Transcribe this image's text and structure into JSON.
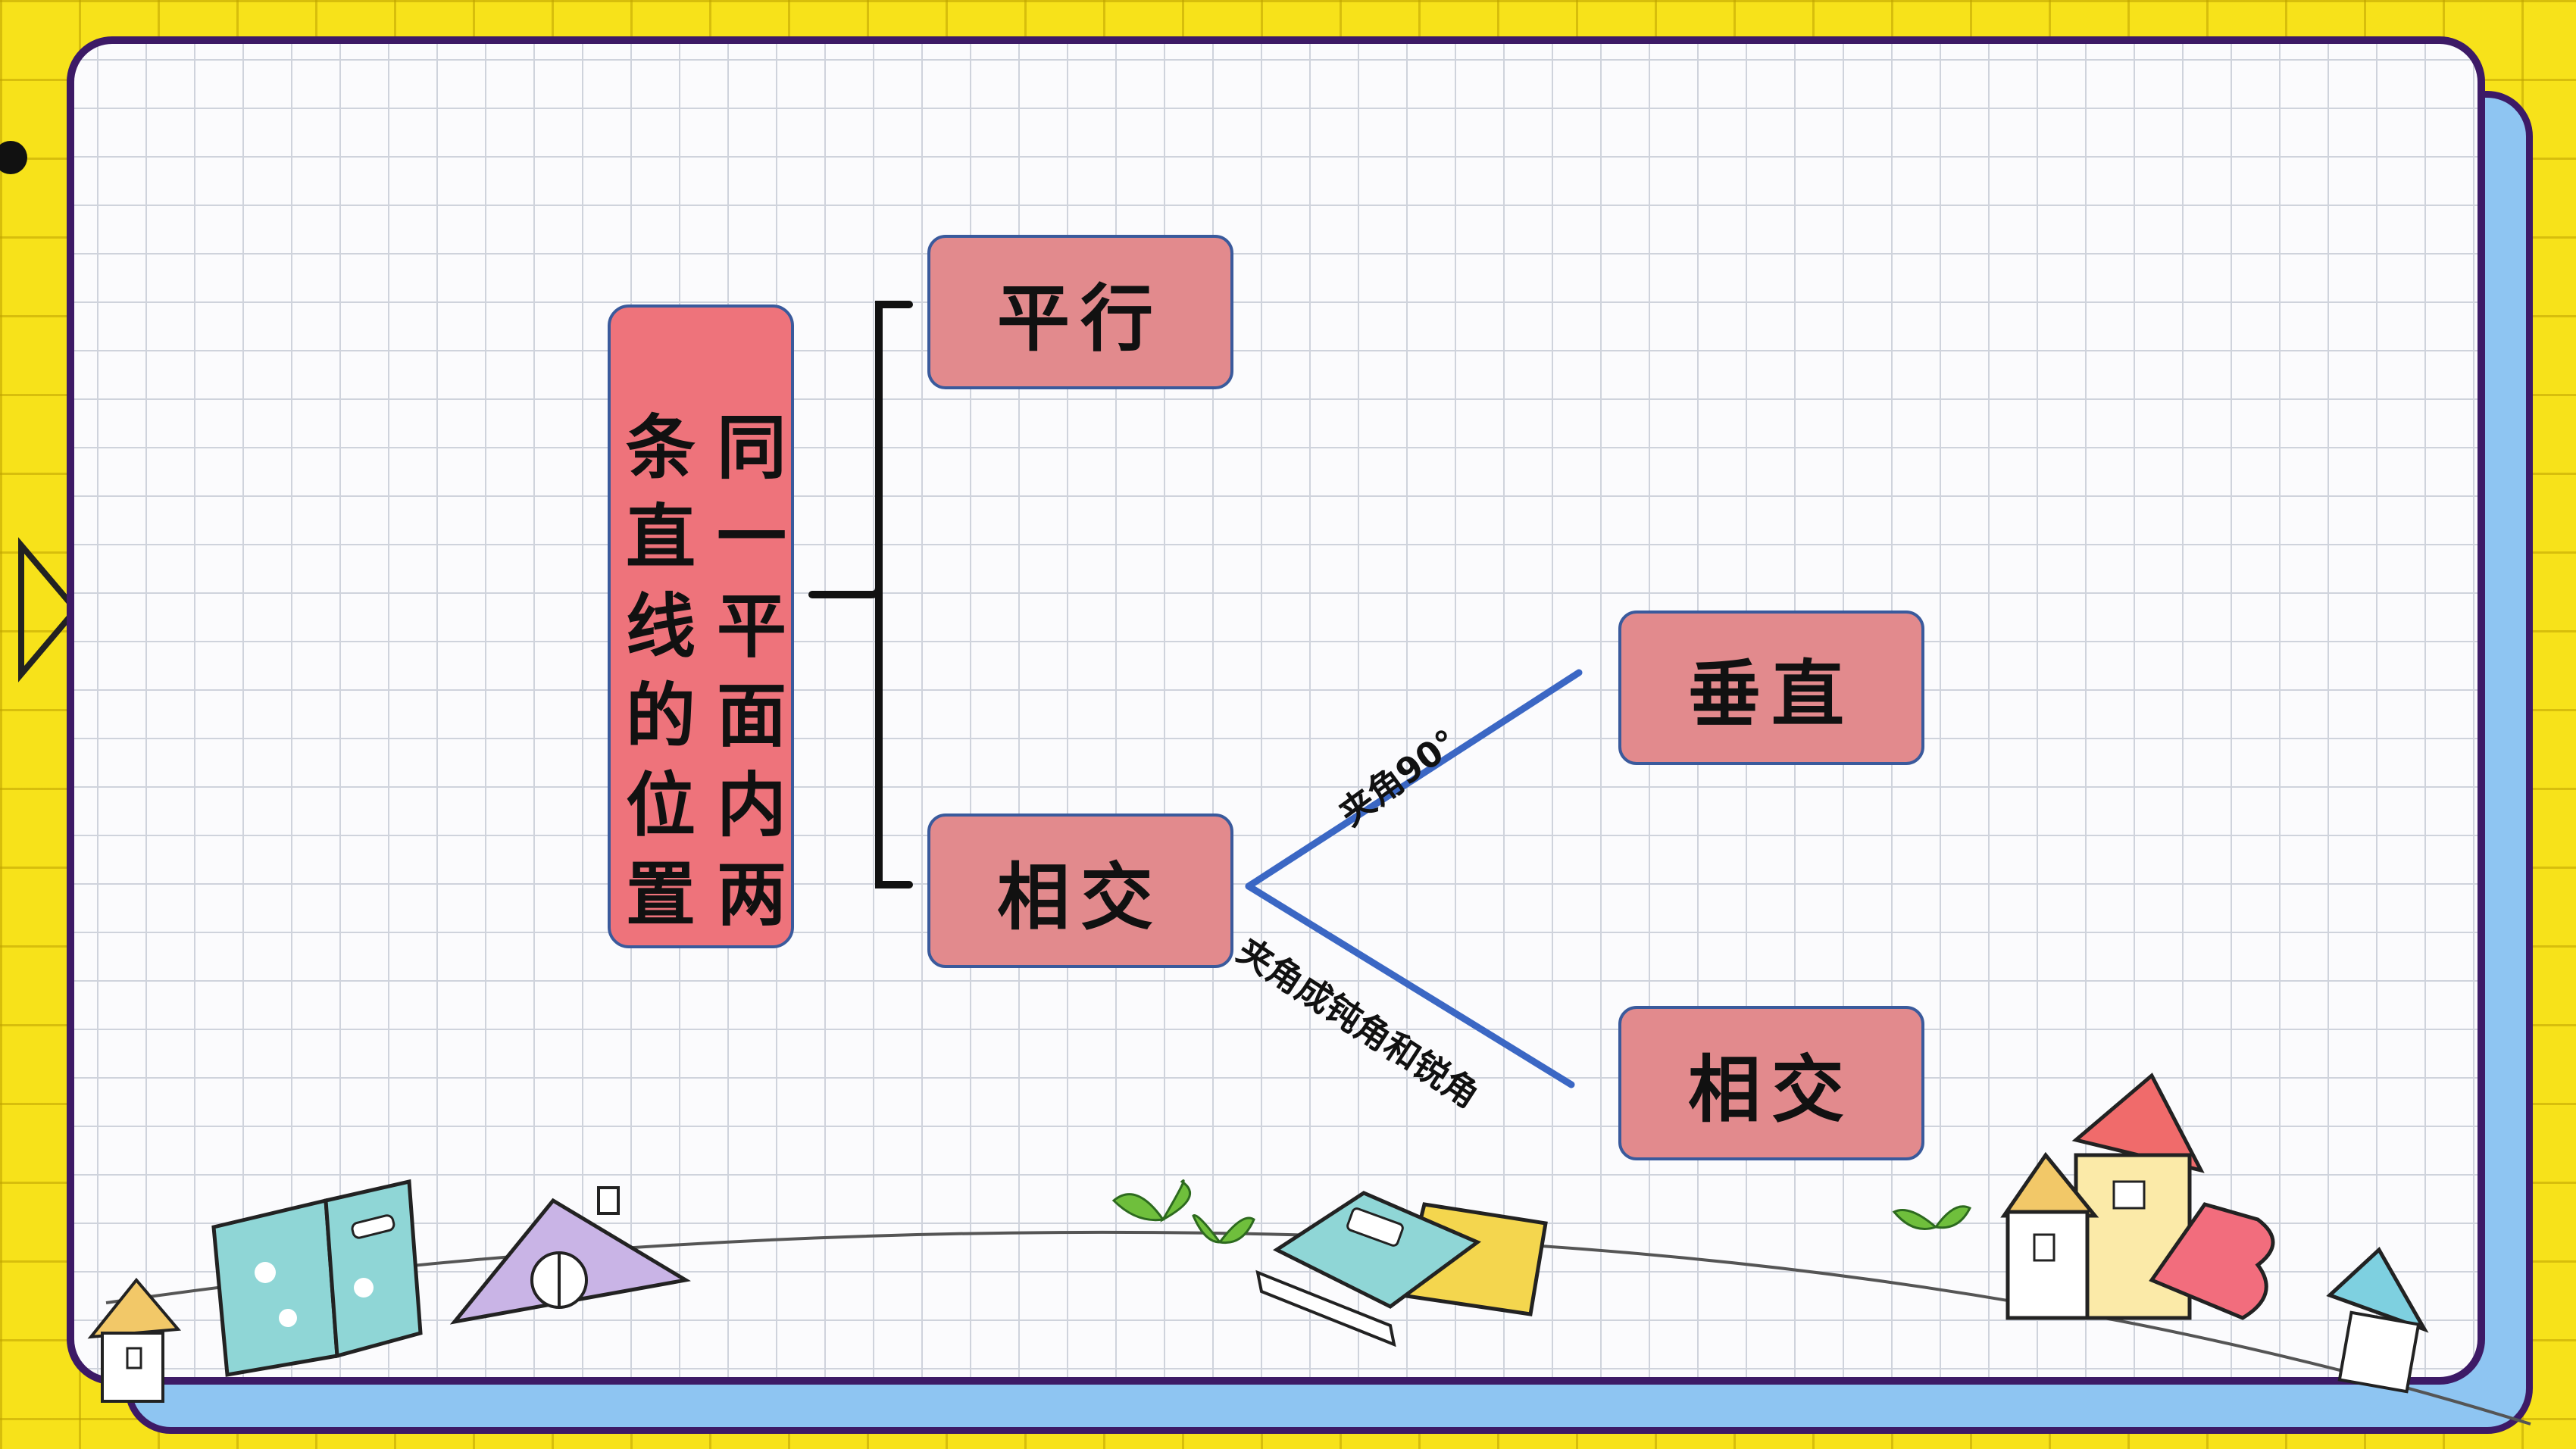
{
  "diagram": {
    "root": {
      "col_right": "同一平面内两",
      "col_left": "条直线的位置"
    },
    "nodes": {
      "parallel": "平行",
      "intersect": "相交",
      "perpendicular": "垂直",
      "intersect_other": "相交"
    },
    "edges": {
      "right_angle": "夹角90°",
      "acute_obtuse": "夹角成钝角和锐角"
    }
  },
  "colors": {
    "root_fill": "#ee737b",
    "node_fill": "#e28a8d",
    "node_border": "#3a5a9c",
    "branch_line": "#3b67c4",
    "page_background": "#f7e21a",
    "board_border": "#3d1a66"
  }
}
